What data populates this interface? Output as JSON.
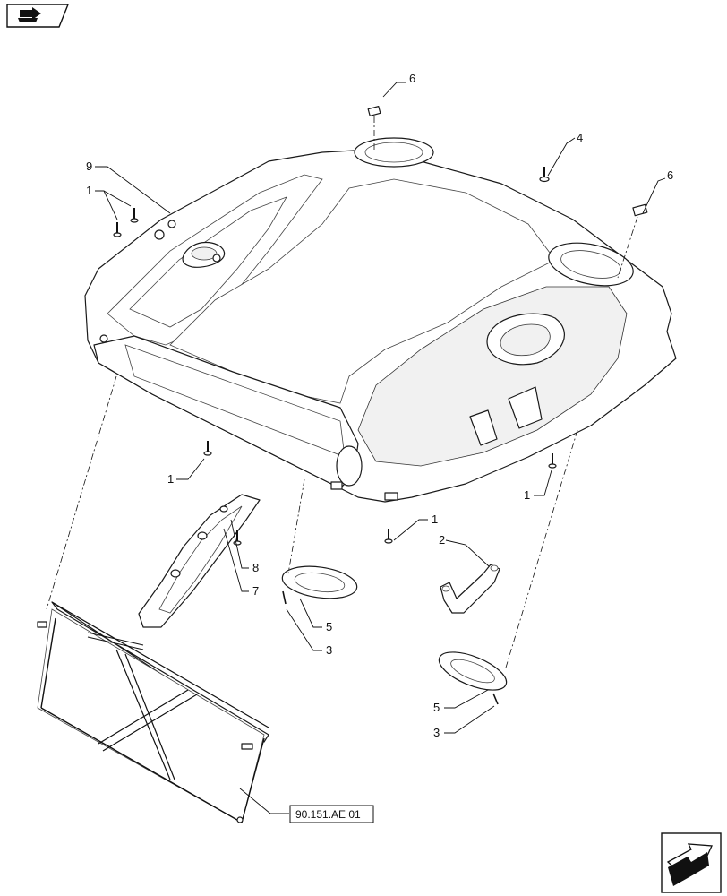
{
  "callouts": {
    "c1_a": "1",
    "c1_b": "1",
    "c1_c": "1",
    "c1_d": "1",
    "c2": "2",
    "c3_a": "3",
    "c3_b": "3",
    "c4": "4",
    "c5_a": "5",
    "c5_b": "5",
    "c6_a": "6",
    "c6_b": "6",
    "c7": "7",
    "c8": "8",
    "c9": "9"
  },
  "reference_label": "90.151.AE 01",
  "icons": {
    "top_left": "book-arrow-icon",
    "bottom_right": "next-page-arrow-icon"
  }
}
